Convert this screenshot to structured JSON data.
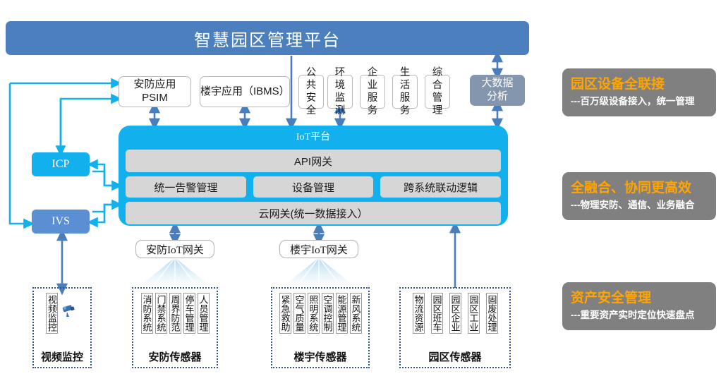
{
  "platform": {
    "title": "智慧园区管理平台"
  },
  "applications": [
    {
      "name": "psim",
      "label": "安防应用\nPSIM"
    },
    {
      "name": "ibms",
      "label": "楼宇应用（IBMS）"
    },
    {
      "name": "public-safety",
      "label": "公共\n安全"
    },
    {
      "name": "env-monitor",
      "label": "环境\n监测"
    },
    {
      "name": "enterprise-service",
      "label": "企业\n服务"
    },
    {
      "name": "life-service",
      "label": "生活\n服务"
    },
    {
      "name": "integrated-mgmt",
      "label": "综合\n管理"
    }
  ],
  "bigdata": {
    "label": "大数据\n分析"
  },
  "left_nodes": [
    {
      "name": "icp",
      "label": "ICP"
    },
    {
      "name": "ivs",
      "label": "IVS"
    }
  ],
  "iot": {
    "title": "IoT平台",
    "api_gateway": "API网关",
    "middle": [
      "统一告警管理",
      "设备管理",
      "跨系统联动逻辑"
    ],
    "cloud_gateway": "云网关(统一数据接入）"
  },
  "gateways": [
    {
      "name": "security-iot-gateway",
      "label": "安防IoT网关"
    },
    {
      "name": "building-iot-gateway",
      "label": "楼宇IoT网关"
    }
  ],
  "sensor_groups": [
    {
      "name": "video-surveillance",
      "label": "视频监控",
      "chips": [
        "视频监控"
      ],
      "has_camera_icon": true
    },
    {
      "name": "security-sensors",
      "label": "安防传感器",
      "chips": [
        "消防系统",
        "门禁系统",
        "周界防范",
        "停车管理",
        "人员管理"
      ],
      "has_camera_icon": false
    },
    {
      "name": "building-sensors",
      "label": "楼宇传感器",
      "chips": [
        "紧急救助",
        "空气质量",
        "照明系统",
        "空调控制",
        "能源管理",
        "新风系统"
      ],
      "has_camera_icon": false
    },
    {
      "name": "park-sensors",
      "label": "园区传感器",
      "chips": [
        "物流资源",
        "园区班车",
        "园区企业",
        "园区工业",
        "固废处理"
      ],
      "has_camera_icon": false
    }
  ],
  "highlights": [
    {
      "name": "full-connect",
      "title": "园区设备全联接",
      "subtitle": "---百万级设备接入，统一管理"
    },
    {
      "name": "full-fusion",
      "title": "全融合、协同更高效",
      "subtitle": "---物理安防、通信、业务融合"
    },
    {
      "name": "asset-security",
      "title": "资产安全管理",
      "subtitle": "---重要资产实时定位快速盘点"
    }
  ],
  "colors": {
    "platform_bar": "#4C7FBE",
    "iot_platform": "#12B0EC",
    "icp": "#12B0EC",
    "ivs": "#5B8FD4",
    "bigdata": "#8496AE",
    "highlight_panel": "#808080",
    "highlight_title": "#FFA400",
    "arrow_blue": "#4A7EBB",
    "arrow_cyan": "#12B0EC",
    "dotted_border": "#2F5597"
  }
}
